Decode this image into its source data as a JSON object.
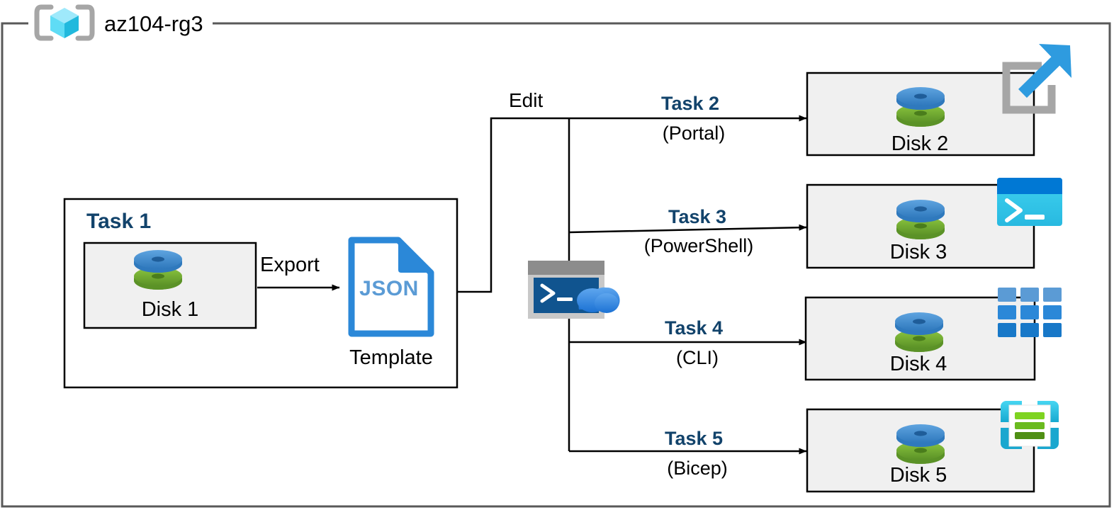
{
  "diagram": {
    "container": {
      "name": "az104-rg3",
      "icon": "resource-group-icon",
      "border_color": "#595959"
    },
    "task1": {
      "label": "Task 1",
      "label_color": "#12436b",
      "disk": {
        "label": "Disk 1",
        "icon": "disk-icon"
      },
      "export_label": "Export",
      "template": {
        "file_word": "JSON",
        "caption": "Template",
        "icon": "json-file-icon"
      }
    },
    "edit_label": "Edit",
    "cloudshell": {
      "icon": "cloud-shell-icon"
    },
    "branches": [
      {
        "task": "Task 2",
        "tool": "(Portal)",
        "disk": "Disk 2",
        "icon": "portal-icon",
        "icon_colors": {
          "frame": "#a6a6a6",
          "arrow": "#2e9bdf"
        }
      },
      {
        "task": "Task 3",
        "tool": "(PowerShell)",
        "disk": "Disk 3",
        "icon": "powershell-icon",
        "icon_colors": {
          "titlebar": "#0078d4",
          "body": "#32c8ea",
          "glyph": "#ffffff"
        }
      },
      {
        "task": "Task 4",
        "tool": "(CLI)",
        "disk": "Disk 4",
        "icon": "cli-grid-icon",
        "icon_colors": {
          "top": "#5b9bd5",
          "mid": "#2b88d8",
          "bottom": "#1878c8"
        }
      },
      {
        "task": "Task 5",
        "tool": "(Bicep)",
        "disk": "Disk 5",
        "icon": "bicep-icon",
        "icon_colors": {
          "frame": "#32c8ea",
          "bar1": "#7ed321",
          "bar2": "#6aba1f",
          "bar3": "#4f8f14"
        }
      }
    ],
    "colors": {
      "accent_blue": "#12436b",
      "box_fill": "#f0f0f0",
      "box_stroke": "#000000",
      "disk_blue": "#3f8fd4",
      "disk_green": "#70ad38",
      "json_blue": "#2b88d8"
    }
  }
}
